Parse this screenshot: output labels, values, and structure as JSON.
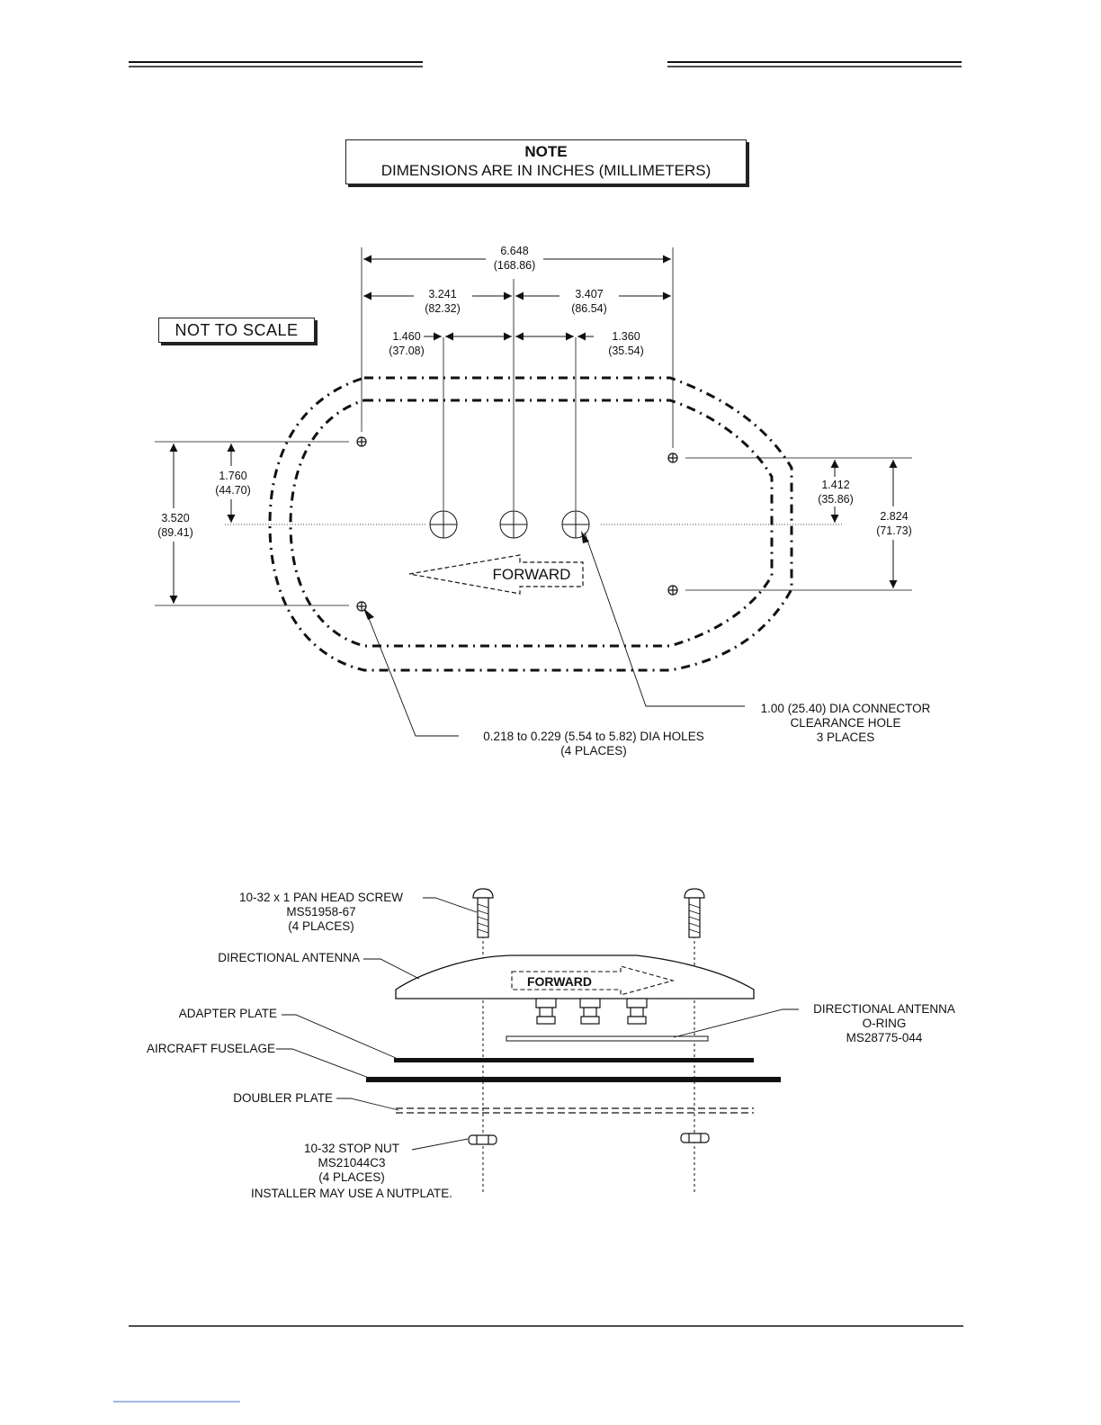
{
  "note": {
    "title": "NOTE",
    "text": "DIMENSIONS ARE IN INCHES (MILLIMETERS)"
  },
  "not_to_scale": "NOT TO SCALE",
  "top_view": {
    "dim_overall": {
      "in": "6.648",
      "mm": "(168.86)"
    },
    "dim_left": {
      "in": "3.241",
      "mm": "(82.32)"
    },
    "dim_right": {
      "in": "3.407",
      "mm": "(86.54)"
    },
    "dim_left_inner": {
      "in": "1.460",
      "mm": "(37.08)"
    },
    "dim_right_inner": {
      "in": "1.360",
      "mm": "(35.54)"
    },
    "dim_left_half": {
      "in": "1.760",
      "mm": "(44.70)"
    },
    "dim_left_total": {
      "in": "3.520",
      "mm": "(89.41)"
    },
    "dim_right_half": {
      "in": "1.412",
      "mm": "(35.86)"
    },
    "dim_right_total": {
      "in": "2.824",
      "mm": "(71.73)"
    },
    "forward_label": "FORWARD",
    "holes_callout": {
      "line1": "0.218  to  0.229  (5.54  to  5.82)  DIA  HOLES",
      "line2": "(4  PLACES)"
    },
    "connector_callout": {
      "line1": "1.00  (25.40)  DIA  CONNECTOR",
      "line2": "CLEARANCE  HOLE",
      "line3": "3  PLACES"
    }
  },
  "side_view": {
    "screw": {
      "line1": "10-32  x  1  PAN  HEAD  SCREW",
      "line2": "MS51958-67",
      "line3": "(4  PLACES)"
    },
    "antenna": "DIRECTIONAL  ANTENNA",
    "adapter": "ADAPTER  PLATE",
    "fuselage": "AIRCRAFT  FUSELAGE",
    "doubler": "DOUBLER  PLATE",
    "nut": {
      "line1": "10-32  STOP  NUT",
      "line2": "MS21044C3",
      "line3": "(4  PLACES)",
      "line4": "INSTALLER  MAY  USE  A  NUTPLATE."
    },
    "oring": {
      "line1": "DIRECTIONAL  ANTENNA",
      "line2": "O-RING",
      "line3": "MS28775-044"
    },
    "forward_label": "FORWARD"
  }
}
